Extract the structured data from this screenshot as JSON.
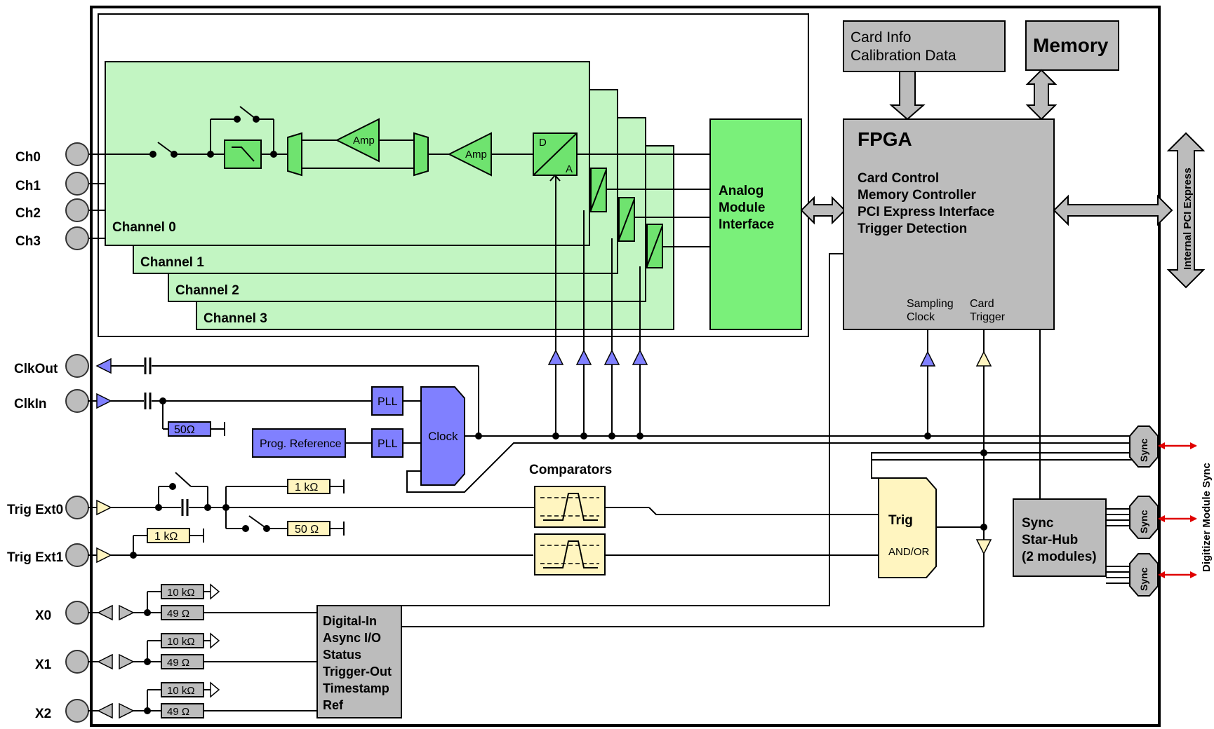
{
  "colors": {
    "channel_fill": "#c2f5c2",
    "module_fill": "#7af07a",
    "green_part": "#6fe36f",
    "gray_block": "#bcbcbc",
    "blue_part": "#8080ff",
    "yellow_part": "#fff5c0",
    "connector": "#bdbdbd",
    "sync_arrow": "#e00000"
  },
  "inputs": {
    "ch0": "Ch0",
    "ch1": "Ch1",
    "ch2": "Ch2",
    "ch3": "Ch3",
    "clkout": "ClkOut",
    "clkin": "ClkIn",
    "trig0": "Trig Ext0",
    "trig1": "Trig Ext1",
    "x0": "X0",
    "x1": "X1",
    "x2": "X2"
  },
  "channels": {
    "c0": "Channel 0",
    "c1": "Channel 1",
    "c2": "Channel 2",
    "c3": "Channel 3"
  },
  "amp": "Amp",
  "adc": {
    "d": "D",
    "a": "A"
  },
  "analog_module": [
    "Analog",
    "Module",
    "Interface"
  ],
  "card_info": [
    "Card Info",
    "Calibration Data"
  ],
  "memory": "Memory",
  "fpga": {
    "title": "FPGA",
    "lines": [
      "Card Control",
      "Memory Controller",
      "PCI Express Interface",
      "Trigger Detection"
    ],
    "sampling": [
      "Sampling",
      "Clock"
    ],
    "trigger": [
      "Card",
      "Trigger"
    ]
  },
  "pci": "Internal PCI Express",
  "pll": "PLL",
  "prog_ref": "Prog. Reference",
  "clock": "Clock",
  "r50": "50Ω",
  "r1k": "1 kΩ",
  "r50b": "50 Ω",
  "comparators": "Comparators",
  "trig": {
    "title": "Trig",
    "sub": "AND/OR"
  },
  "sync_label": "Sync",
  "star_hub": [
    "Sync",
    "Star-Hub",
    "(2 modules)"
  ],
  "dig_sync": "Digitizer Module Sync",
  "r10k": "10 kΩ",
  "r49": "49 Ω",
  "digital_in": [
    "Digital-In",
    "Async I/O",
    "Status",
    "Trigger-Out",
    "Timestamp",
    "Ref"
  ]
}
